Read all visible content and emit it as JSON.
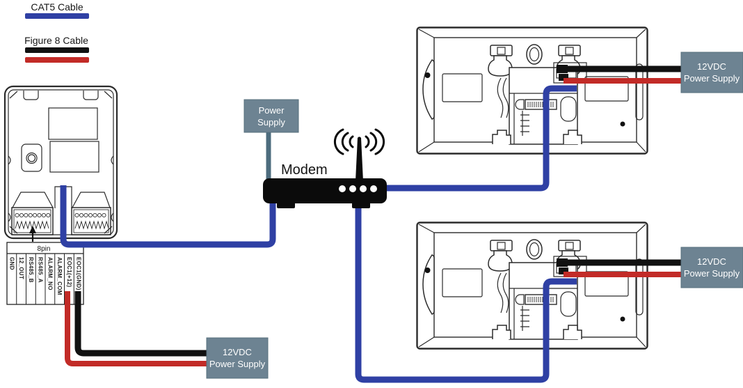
{
  "legend": {
    "items": [
      {
        "label": "CAT5 Cable",
        "color": "#2f40a4"
      },
      {
        "label": "Figure 8 Cable",
        "colors": [
          "#111111",
          "#c22b27"
        ]
      }
    ]
  },
  "door_station": {
    "connector_header": "8pin",
    "pin_labels": [
      "GND",
      "12_OUT",
      "RS485_B",
      "RS485_A",
      "ALARM_NO",
      "ALARM_COM",
      "EOC1(+12)",
      "EOC1(GND)"
    ]
  },
  "modem": {
    "label": "Modem"
  },
  "power_supplies": {
    "modem": {
      "lines": [
        "Power",
        "Supply"
      ]
    },
    "door_station": {
      "lines": [
        "12VDC",
        "Power Supply"
      ]
    },
    "monitor_top": {
      "lines": [
        "12VDC",
        "Power Supply"
      ]
    },
    "monitor_bottom": {
      "lines": [
        "12VDC",
        "Power Supply"
      ]
    }
  },
  "colors": {
    "cat5_blue": "#2f40a4",
    "figure8_black": "#111111",
    "figure8_red": "#c22b27",
    "psu_box": "#6d8392",
    "psu_wire_gray": "#4d6c7e"
  }
}
